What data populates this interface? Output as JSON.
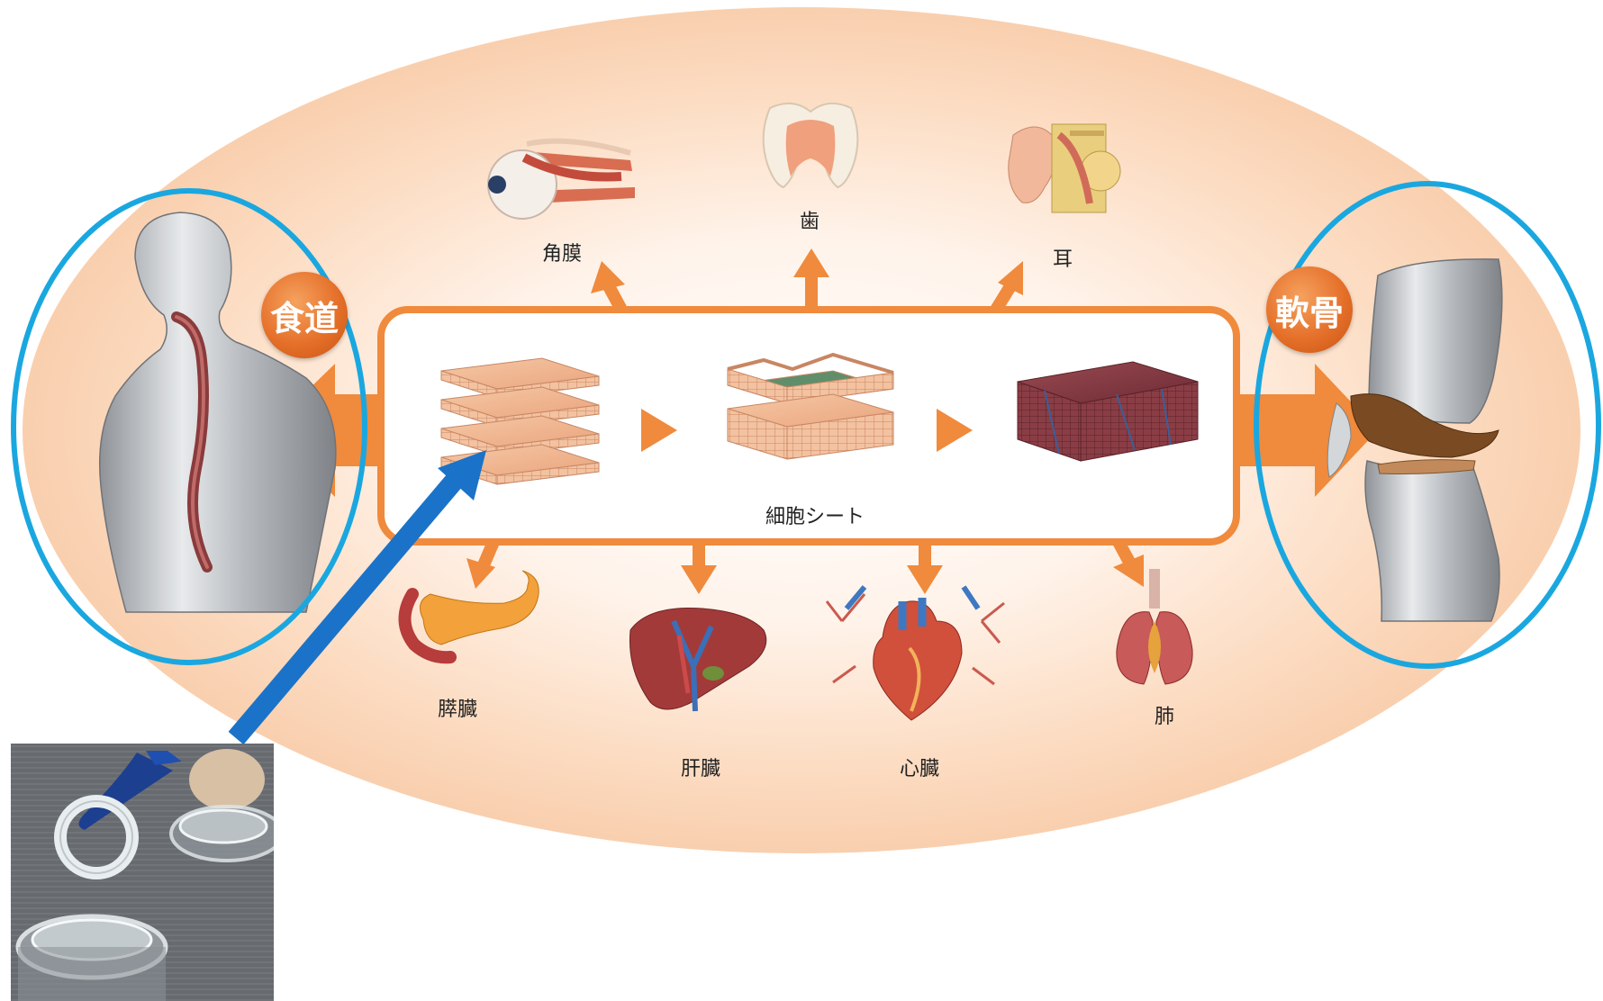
{
  "center_label": "細胞シート",
  "left_badge": "食道",
  "right_badge": "軟骨",
  "organs": {
    "cornea": "角膜",
    "tooth": "歯",
    "ear": "耳",
    "pancreas": "膵臓",
    "liver": "肝臓",
    "heart": "心臓",
    "lung": "肺"
  },
  "colors": {
    "accent_orange": "#f08a3c",
    "highlight_circle": "#1aa7e0",
    "pointer_arrow": "#1a73c8",
    "background_glow": "#fbd7b8"
  }
}
